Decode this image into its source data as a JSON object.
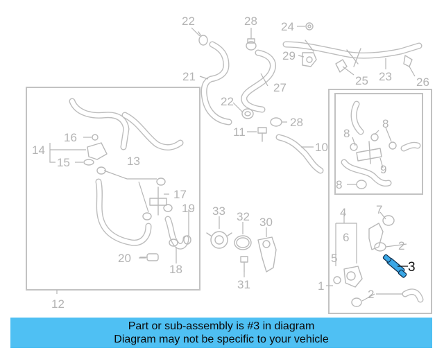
{
  "callouts": {
    "c1": "1",
    "c2a": "2",
    "c2b": "2",
    "c3": "3",
    "c4": "4",
    "c5": "5",
    "c6": "6",
    "c7": "7",
    "c8a": "8",
    "c8b": "8",
    "c8c": "8",
    "c9": "9",
    "c10": "10",
    "c11": "11",
    "c12": "12",
    "c13": "13",
    "c14": "14",
    "c15": "15",
    "c16": "16",
    "c17": "17",
    "c18": "18",
    "c19": "19",
    "c20": "20",
    "c21": "21",
    "c22a": "22",
    "c22b": "22",
    "c23": "23",
    "c24": "24",
    "c25": "25",
    "c26": "26",
    "c27": "27",
    "c28a": "28",
    "c28b": "28",
    "c29": "29",
    "c30": "30",
    "c31": "31",
    "c32": "32",
    "c33": "33"
  },
  "highlight_color": "#3aa7e6",
  "banner": {
    "line1": "Part or sub-assembly is #3 in diagram",
    "line2": "Diagram may not be specific to your vehicle",
    "background": "#4fc0f3"
  }
}
